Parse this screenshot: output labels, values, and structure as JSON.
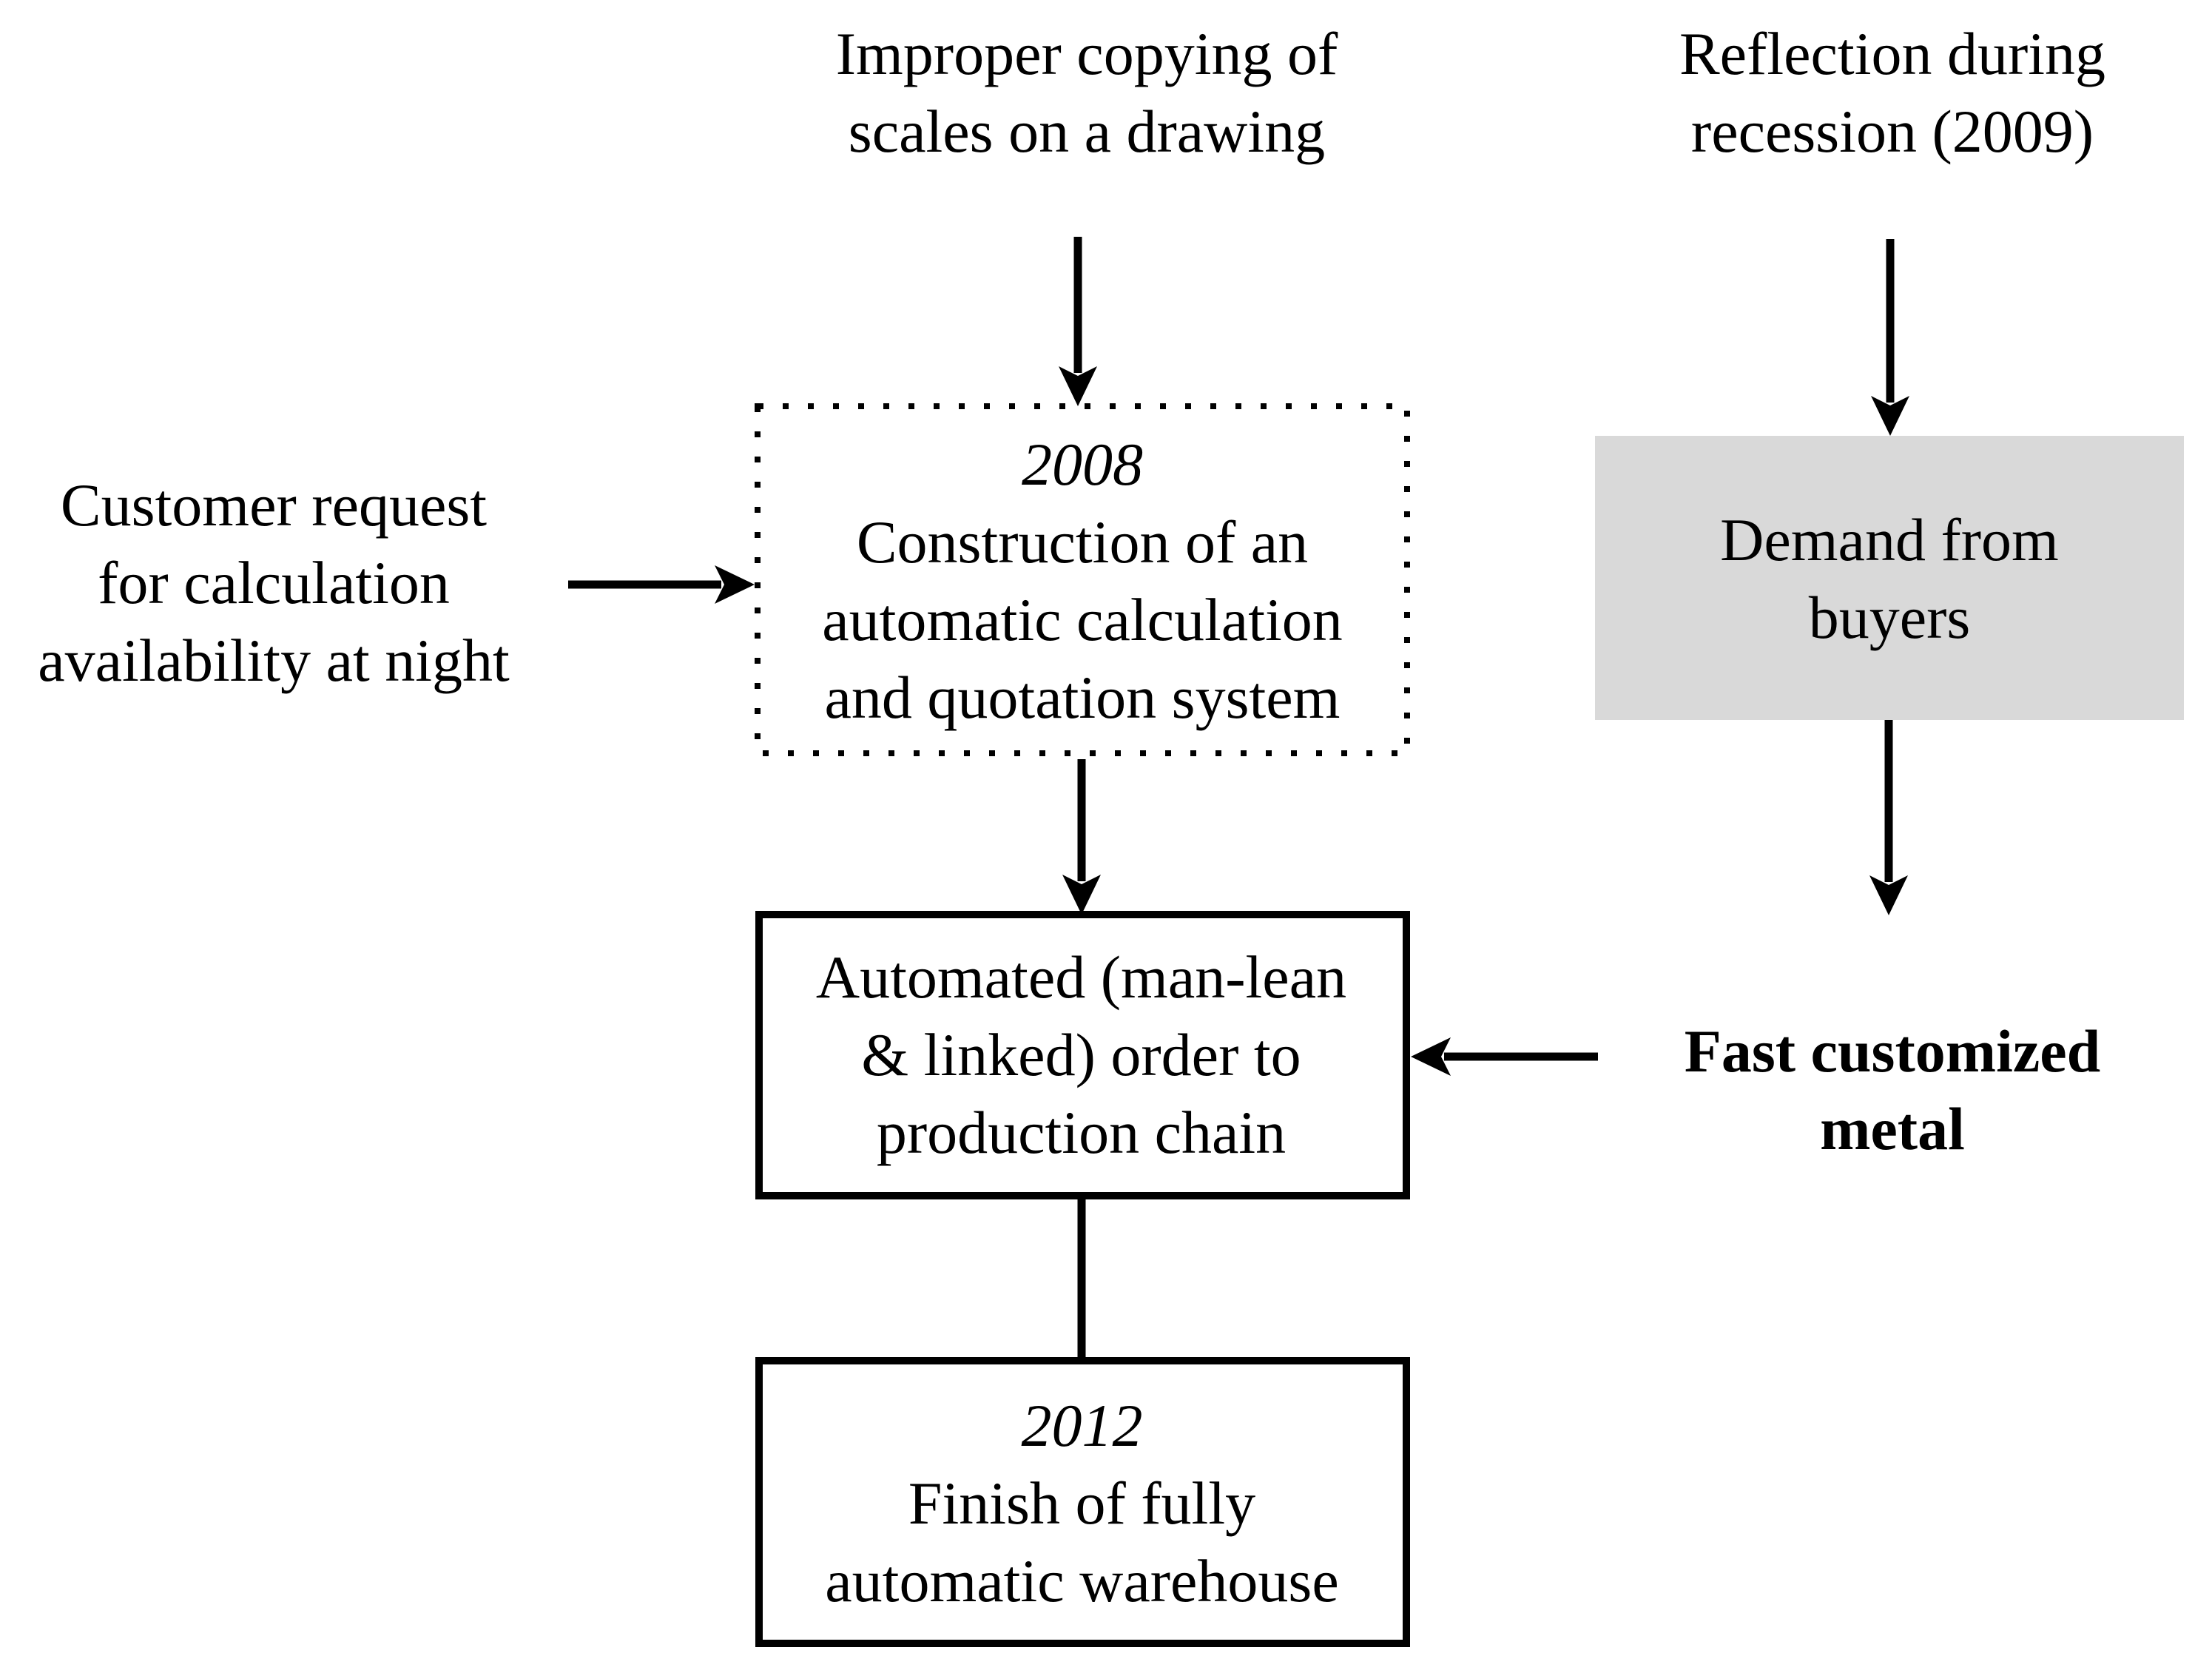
{
  "diagram": {
    "title": "Development timeline flowchart",
    "colors": {
      "background": "#ffffff",
      "line": "#000000",
      "text": "#000000",
      "gray_box_fill": "#d9d9d9"
    },
    "nodes": {
      "improper_copying": {
        "lines": [
          "Improper copying of",
          "scales on a drawing"
        ]
      },
      "reflection_recession": {
        "lines": [
          "Reflection during",
          "recession (2009)"
        ]
      },
      "customer_request": {
        "lines": [
          "Customer request",
          "for calculation",
          "availability at night"
        ]
      },
      "calc_system_2008": {
        "year": "2008",
        "lines": [
          "Construction of an",
          "automatic calculation",
          "and quotation system"
        ]
      },
      "demand_from_buyers": {
        "lines": [
          "Demand from",
          "buyers"
        ]
      },
      "automated_order": {
        "lines": [
          "Automated (man-lean",
          "& linked) order to",
          "production chain"
        ]
      },
      "fast_customized_metal": {
        "lines": [
          "Fast customized",
          "metal"
        ]
      },
      "warehouse_2012": {
        "year": "2012",
        "lines": [
          "Finish of fully",
          "automatic warehouse"
        ]
      }
    }
  }
}
